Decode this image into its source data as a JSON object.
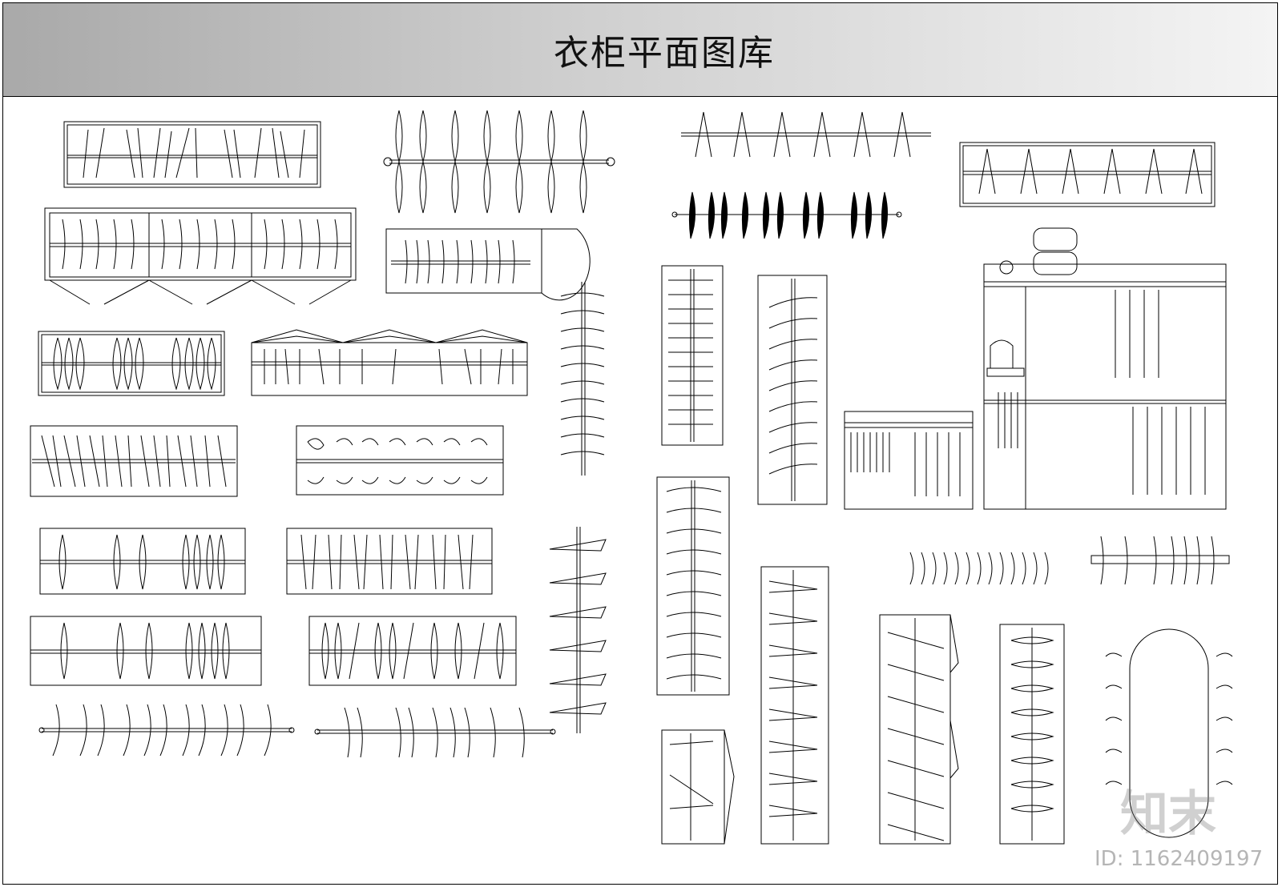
{
  "page": {
    "title": "衣柜平面图库"
  },
  "watermark": {
    "logo_text": "知末",
    "id_text": "ID: 1162409197"
  }
}
